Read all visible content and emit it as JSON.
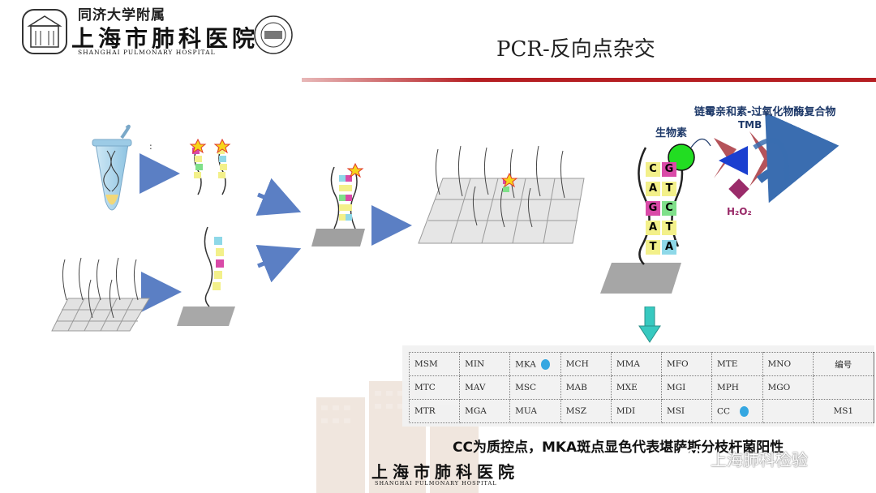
{
  "header": {
    "org_top": "同济大学附属",
    "org_name": "上海市肺科医院",
    "org_en": "SHANGHAI PULMONARY HOSPITAL"
  },
  "title": "PCR-反向点杂交",
  "labels": {
    "complex": "链霉亲和素-过氧化物酶复合物",
    "biotin": "生物素",
    "tmb": "TMB",
    "h2o2": "H₂O₂"
  },
  "strand_bases": {
    "left": [
      "C",
      "A",
      "G",
      "A",
      "T"
    ],
    "right": [
      "G",
      "T",
      "C",
      "T",
      "A"
    ]
  },
  "result_table": {
    "rows": [
      [
        "MSM",
        "MIN",
        "MKA",
        "MCH",
        "MMA",
        "MFO",
        "MTE",
        "MNO",
        "编号"
      ],
      [
        "MTC",
        "MAV",
        "MSC",
        "MAB",
        "MXE",
        "MGI",
        "MPH",
        "MGO",
        ""
      ],
      [
        "MTR",
        "MGA",
        "MUA",
        "MSZ",
        "MDI",
        "MSI",
        "CC",
        "",
        "MS1"
      ]
    ]
  },
  "caption": "CC为质控点，MKA斑点显色代表堪萨斯分枝杆菌阳性",
  "watermark": "上海肺科检验",
  "footer": {
    "org_name": "上海市肺科医院",
    "org_en": "SHANGHAI PULMONARY HOSPITAL"
  },
  "colors": {
    "accent_red": "#b51e22",
    "arrow_blue": "#5b7fc4",
    "base_yellow": "#f3f08a",
    "base_magenta": "#d94aa8",
    "base_green": "#7fe08a",
    "base_cyan": "#8ed8e8",
    "biotin_green": "#22dd22",
    "complex_red": "#b5535a",
    "complex_blue": "#1a3fd0",
    "h2o2_purple": "#9a2c6a",
    "spot_blue": "#2da4e0"
  }
}
